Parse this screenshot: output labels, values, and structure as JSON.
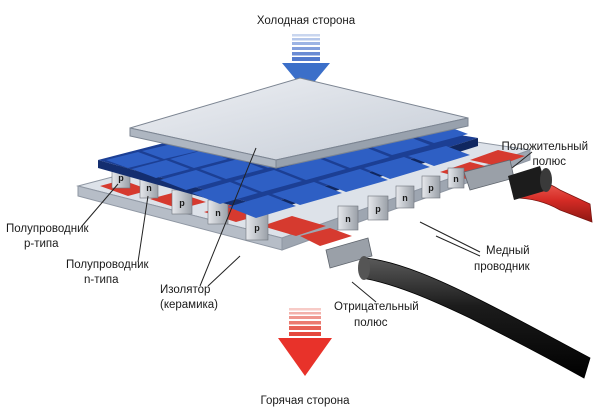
{
  "labels": {
    "cold_side": "Холодная сторона",
    "hot_side": "Горячая сторона",
    "positive_pole_line1": "Положительный",
    "positive_pole_line2": "полюс",
    "negative_pole_line1": "Отрицательный",
    "negative_pole_line2": "полюс",
    "p_semiconductor_line1": "Полупроводник",
    "p_semiconductor_line2": "p-типа",
    "n_semiconductor_line1": "Полупроводник",
    "n_semiconductor_line2": "n-типа",
    "insulator_line1": "Изолятор",
    "insulator_line2": "(керамика)",
    "copper_line1": "Медный",
    "copper_line2": "проводник"
  },
  "chip_labels": {
    "p": "p",
    "n": "n"
  },
  "colors": {
    "cold_arrow": "#3b6fc9",
    "hot_arrow": "#e8322a",
    "copper_conductor": "#2e5fc4",
    "copper_conductor_bottom": "#d63a2f",
    "ceramic_plate": "#d9dee6",
    "semiconductor_chip": "#c8ccd2",
    "wire_positive": "#d62c26",
    "wire_negative": "#1c1c1c"
  }
}
